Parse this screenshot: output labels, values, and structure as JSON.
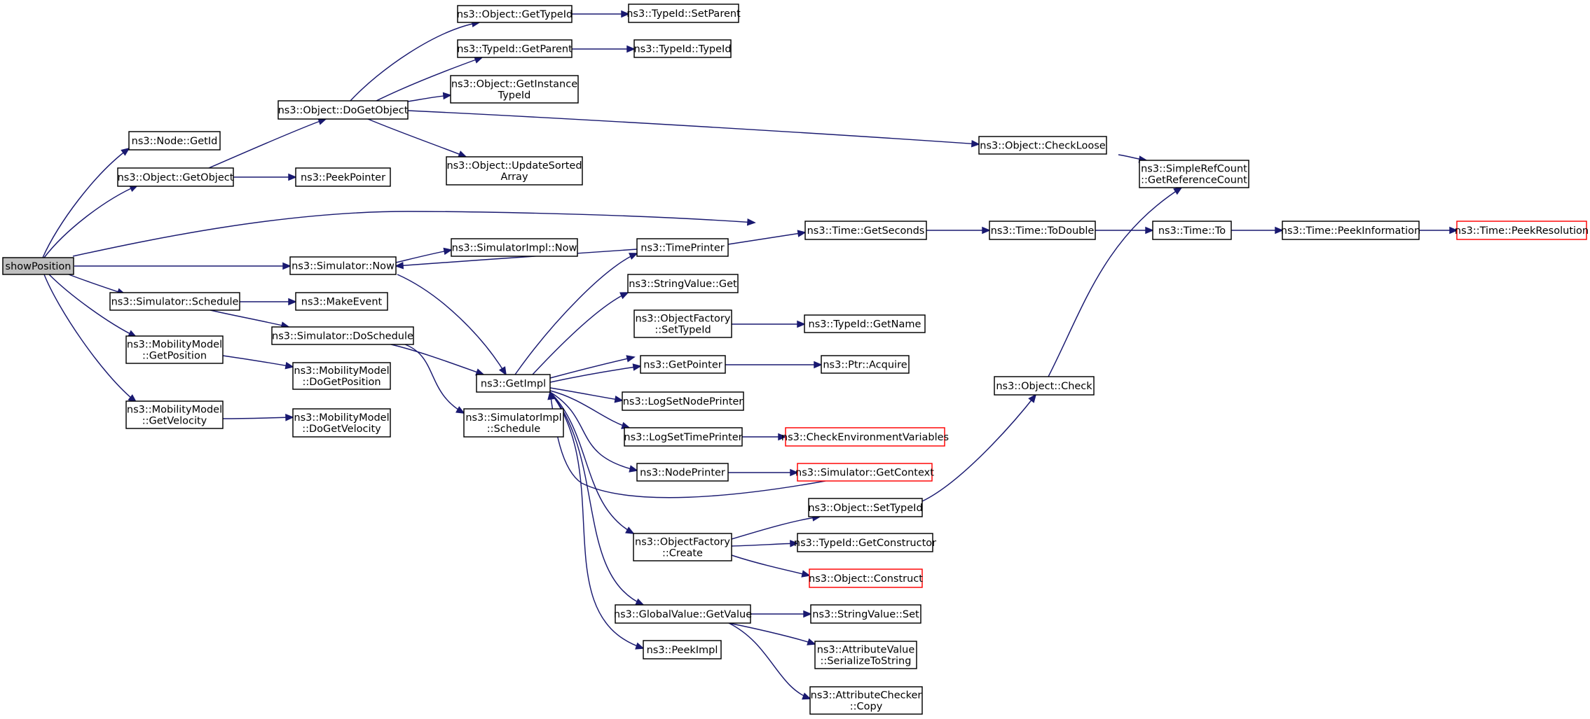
{
  "colors": {
    "edge": "#191970",
    "root_fill": "#bfbfbf",
    "truncated_border": "#ff0000",
    "node_border": "#000000"
  },
  "nodes": [
    {
      "id": "showPosition",
      "lines": [
        "showPosition"
      ],
      "style": "root"
    },
    {
      "id": "node_getid",
      "lines": [
        "ns3::Node::GetId"
      ],
      "style": "normal"
    },
    {
      "id": "obj_getobject",
      "lines": [
        "ns3::Object::GetObject"
      ],
      "style": "normal"
    },
    {
      "id": "obj_dogetobject",
      "lines": [
        "ns3::Object::DoGetObject"
      ],
      "style": "normal"
    },
    {
      "id": "obj_gettypeid",
      "lines": [
        "ns3::Object::GetTypeId"
      ],
      "style": "normal"
    },
    {
      "id": "typeid_setparent",
      "lines": [
        "ns3::TypeId::SetParent"
      ],
      "style": "normal"
    },
    {
      "id": "typeid_getparent",
      "lines": [
        "ns3::TypeId::GetParent"
      ],
      "style": "normal"
    },
    {
      "id": "typeid_typeid",
      "lines": [
        "ns3::TypeId::TypeId"
      ],
      "style": "normal"
    },
    {
      "id": "obj_getinstancetypeid",
      "lines": [
        "ns3::Object::GetInstance",
        "TypeId"
      ],
      "style": "normal"
    },
    {
      "id": "obj_updatesortedarray",
      "lines": [
        "ns3::Object::UpdateSorted",
        "Array"
      ],
      "style": "normal"
    },
    {
      "id": "obj_checkloose",
      "lines": [
        "ns3::Object::CheckLoose"
      ],
      "style": "normal"
    },
    {
      "id": "simplerefcount",
      "lines": [
        "ns3::SimpleRefCount",
        "::GetReferenceCount"
      ],
      "style": "normal"
    },
    {
      "id": "peekpointer",
      "lines": [
        "ns3::PeekPointer"
      ],
      "style": "normal"
    },
    {
      "id": "time_getseconds",
      "lines": [
        "ns3::Time::GetSeconds"
      ],
      "style": "normal"
    },
    {
      "id": "time_todouble",
      "lines": [
        "ns3::Time::ToDouble"
      ],
      "style": "normal"
    },
    {
      "id": "time_to",
      "lines": [
        "ns3::Time::To"
      ],
      "style": "normal"
    },
    {
      "id": "time_peekinformation",
      "lines": [
        "ns3::Time::PeekInformation"
      ],
      "style": "normal"
    },
    {
      "id": "time_peekresolution",
      "lines": [
        "ns3::Time::PeekResolution"
      ],
      "style": "truncated"
    },
    {
      "id": "sim_now",
      "lines": [
        "ns3::Simulator::Now"
      ],
      "style": "normal"
    },
    {
      "id": "simimpl_now",
      "lines": [
        "ns3::SimulatorImpl::Now"
      ],
      "style": "normal"
    },
    {
      "id": "timeprinter",
      "lines": [
        "ns3::TimePrinter"
      ],
      "style": "normal"
    },
    {
      "id": "stringvalue_get",
      "lines": [
        "ns3::StringValue::Get"
      ],
      "style": "normal"
    },
    {
      "id": "sim_schedule",
      "lines": [
        "ns3::Simulator::Schedule"
      ],
      "style": "normal"
    },
    {
      "id": "makeevent",
      "lines": [
        "ns3::MakeEvent"
      ],
      "style": "normal"
    },
    {
      "id": "sim_doschedule",
      "lines": [
        "ns3::Simulator::DoSchedule"
      ],
      "style": "normal"
    },
    {
      "id": "objfactory_settypeid",
      "lines": [
        "ns3::ObjectFactory",
        "::SetTypeId"
      ],
      "style": "normal"
    },
    {
      "id": "typeid_getname",
      "lines": [
        "ns3::TypeId::GetName"
      ],
      "style": "normal"
    },
    {
      "id": "mm_getposition",
      "lines": [
        "ns3::MobilityModel",
        "::GetPosition"
      ],
      "style": "normal"
    },
    {
      "id": "mm_dogetposition",
      "lines": [
        "ns3::MobilityModel",
        "::DoGetPosition"
      ],
      "style": "normal"
    },
    {
      "id": "getimpl",
      "lines": [
        "ns3::GetImpl"
      ],
      "style": "normal"
    },
    {
      "id": "getpointer",
      "lines": [
        "ns3::GetPointer"
      ],
      "style": "normal"
    },
    {
      "id": "ptr_acquire",
      "lines": [
        "ns3::Ptr::Acquire"
      ],
      "style": "normal"
    },
    {
      "id": "obj_check",
      "lines": [
        "ns3::Object::Check"
      ],
      "style": "normal"
    },
    {
      "id": "mm_getvelocity",
      "lines": [
        "ns3::MobilityModel",
        "::GetVelocity"
      ],
      "style": "normal"
    },
    {
      "id": "mm_dogetvelocity",
      "lines": [
        "ns3::MobilityModel",
        "::DoGetVelocity"
      ],
      "style": "normal"
    },
    {
      "id": "simimpl_schedule",
      "lines": [
        "ns3::SimulatorImpl",
        "::Schedule"
      ],
      "style": "normal"
    },
    {
      "id": "logsetnodeprinter",
      "lines": [
        "ns3::LogSetNodePrinter"
      ],
      "style": "normal"
    },
    {
      "id": "logsettimeprinter",
      "lines": [
        "ns3::LogSetTimePrinter"
      ],
      "style": "normal"
    },
    {
      "id": "checkenvvars",
      "lines": [
        "ns3::CheckEnvironmentVariables"
      ],
      "style": "truncated"
    },
    {
      "id": "nodeprinter",
      "lines": [
        "ns3::NodePrinter"
      ],
      "style": "normal"
    },
    {
      "id": "sim_getcontext",
      "lines": [
        "ns3::Simulator::GetContext"
      ],
      "style": "truncated"
    },
    {
      "id": "obj_settypeid",
      "lines": [
        "ns3::Object::SetTypeId"
      ],
      "style": "normal"
    },
    {
      "id": "objfactory_create",
      "lines": [
        "ns3::ObjectFactory",
        "::Create"
      ],
      "style": "normal"
    },
    {
      "id": "typeid_getconstructor",
      "lines": [
        "ns3::TypeId::GetConstructor"
      ],
      "style": "normal"
    },
    {
      "id": "obj_construct",
      "lines": [
        "ns3::Object::Construct"
      ],
      "style": "truncated"
    },
    {
      "id": "globalvalue_getvalue",
      "lines": [
        "ns3::GlobalValue::GetValue"
      ],
      "style": "normal"
    },
    {
      "id": "stringvalue_set",
      "lines": [
        "ns3::StringValue::Set"
      ],
      "style": "normal"
    },
    {
      "id": "attrvalue_serialize",
      "lines": [
        "ns3::AttributeValue",
        "::SerializeToString"
      ],
      "style": "normal"
    },
    {
      "id": "peekimpl",
      "lines": [
        "ns3::PeekImpl"
      ],
      "style": "normal"
    },
    {
      "id": "attrchecker_copy",
      "lines": [
        "ns3::AttributeChecker",
        "::Copy"
      ],
      "style": "normal"
    }
  ],
  "edges": [
    {
      "from": "showPosition",
      "to": "node_getid"
    },
    {
      "from": "showPosition",
      "to": "obj_getobject"
    },
    {
      "from": "showPosition",
      "to": "time_getseconds"
    },
    {
      "from": "showPosition",
      "to": "sim_now"
    },
    {
      "from": "showPosition",
      "to": "sim_schedule"
    },
    {
      "from": "showPosition",
      "to": "mm_getposition"
    },
    {
      "from": "showPosition",
      "to": "mm_getvelocity"
    },
    {
      "from": "obj_getobject",
      "to": "obj_dogetobject"
    },
    {
      "from": "obj_getobject",
      "to": "peekpointer"
    },
    {
      "from": "obj_dogetobject",
      "to": "obj_gettypeid"
    },
    {
      "from": "obj_dogetobject",
      "to": "typeid_getparent"
    },
    {
      "from": "obj_dogetobject",
      "to": "obj_getinstancetypeid"
    },
    {
      "from": "obj_dogetobject",
      "to": "obj_updatesortedarray"
    },
    {
      "from": "obj_dogetobject",
      "to": "obj_checkloose"
    },
    {
      "from": "obj_gettypeid",
      "to": "typeid_setparent"
    },
    {
      "from": "typeid_getparent",
      "to": "typeid_typeid"
    },
    {
      "from": "obj_checkloose",
      "to": "simplerefcount"
    },
    {
      "from": "time_getseconds",
      "to": "time_todouble"
    },
    {
      "from": "time_todouble",
      "to": "time_to"
    },
    {
      "from": "time_to",
      "to": "time_peekinformation"
    },
    {
      "from": "time_peekinformation",
      "to": "time_peekresolution"
    },
    {
      "from": "sim_now",
      "to": "simimpl_now"
    },
    {
      "from": "sim_now",
      "to": "getimpl"
    },
    {
      "from": "timeprinter",
      "to": "time_getseconds"
    },
    {
      "from": "timeprinter",
      "to": "sim_now"
    },
    {
      "from": "sim_schedule",
      "to": "makeevent"
    },
    {
      "from": "sim_schedule",
      "to": "sim_doschedule"
    },
    {
      "from": "sim_doschedule",
      "to": "getimpl"
    },
    {
      "from": "sim_doschedule",
      "to": "simimpl_schedule"
    },
    {
      "from": "mm_getposition",
      "to": "mm_dogetposition"
    },
    {
      "from": "mm_getvelocity",
      "to": "mm_dogetvelocity"
    },
    {
      "from": "getimpl",
      "to": "timeprinter"
    },
    {
      "from": "getimpl",
      "to": "stringvalue_get"
    },
    {
      "from": "getimpl",
      "to": "objfactory_settypeid"
    },
    {
      "from": "getimpl",
      "to": "getpointer"
    },
    {
      "from": "getimpl",
      "to": "logsetnodeprinter"
    },
    {
      "from": "getimpl",
      "to": "logsettimeprinter"
    },
    {
      "from": "getimpl",
      "to": "nodeprinter"
    },
    {
      "from": "getimpl",
      "to": "objfactory_create"
    },
    {
      "from": "getimpl",
      "to": "globalvalue_getvalue"
    },
    {
      "from": "getimpl",
      "to": "peekimpl"
    },
    {
      "from": "objfactory_settypeid",
      "to": "typeid_getname"
    },
    {
      "from": "getpointer",
      "to": "ptr_acquire"
    },
    {
      "from": "logsettimeprinter",
      "to": "checkenvvars"
    },
    {
      "from": "nodeprinter",
      "to": "sim_getcontext"
    },
    {
      "from": "sim_getcontext",
      "to": "getimpl"
    },
    {
      "from": "objfactory_create",
      "to": "obj_settypeid"
    },
    {
      "from": "objfactory_create",
      "to": "typeid_getconstructor"
    },
    {
      "from": "objfactory_create",
      "to": "obj_construct"
    },
    {
      "from": "obj_settypeid",
      "to": "obj_check"
    },
    {
      "from": "obj_check",
      "to": "simplerefcount"
    },
    {
      "from": "globalvalue_getvalue",
      "to": "stringvalue_set"
    },
    {
      "from": "globalvalue_getvalue",
      "to": "attrvalue_serialize"
    },
    {
      "from": "globalvalue_getvalue",
      "to": "attrchecker_copy"
    }
  ]
}
